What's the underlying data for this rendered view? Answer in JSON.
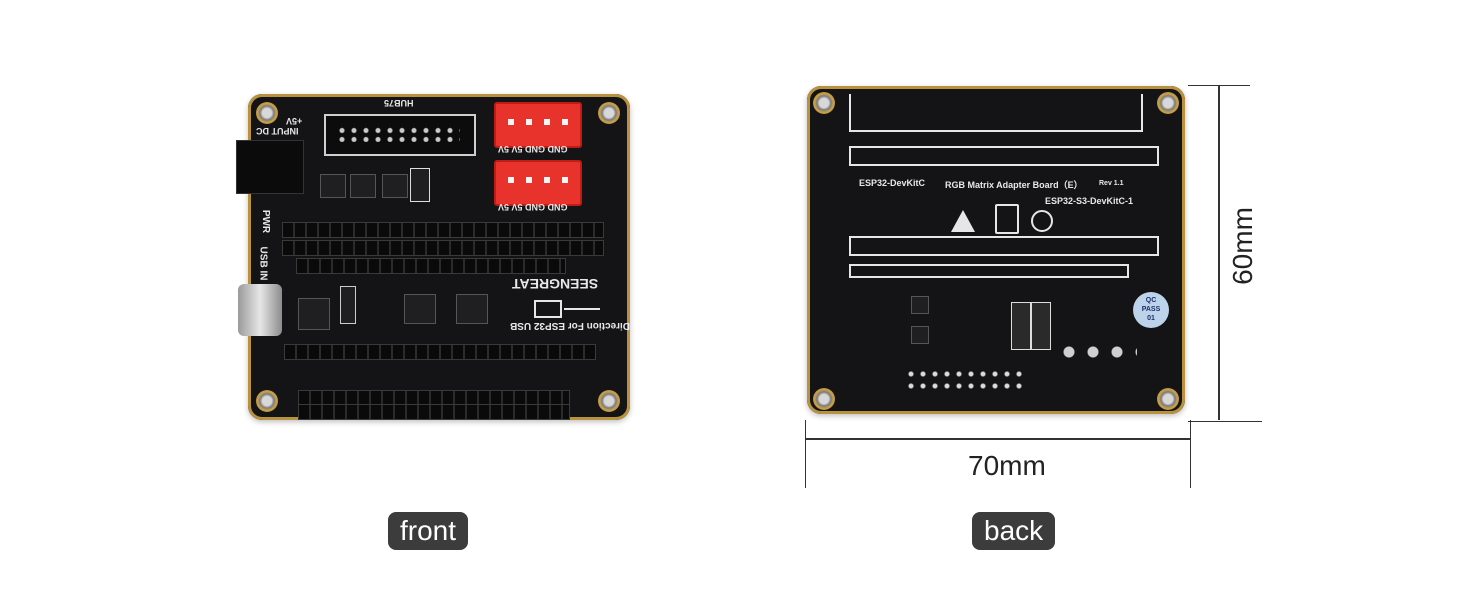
{
  "front": {
    "label": "front",
    "silkscreen": {
      "hub75": "HUB75",
      "input_dc": "INPUT DC",
      "plus5v": "+5V",
      "pwr": "PWR",
      "usb_in": "USB IN",
      "brand": "SEENGREAT",
      "direction": "Direction For ESP32 USB",
      "conn1": "GND GND  5V   5V",
      "conn2": "GND GND  5V   5V"
    }
  },
  "back": {
    "label": "back",
    "silkscreen": {
      "board_title": "RGB Matrix Adapter Board（E）",
      "rev": "Rev 1.1",
      "devkitc": "ESP32-DevKitC",
      "devkitc_s3": "ESP32-S3-DevKitC-1",
      "qc1": "QC",
      "qc2": "PASS",
      "qc3": "01"
    }
  },
  "dimensions": {
    "width": "70mm",
    "height": "60mm"
  },
  "colors": {
    "pcb": "#141416",
    "gold_edge": "#b8923d",
    "connector_red": "#e8322c",
    "label_bg": "#3c3c3c"
  }
}
